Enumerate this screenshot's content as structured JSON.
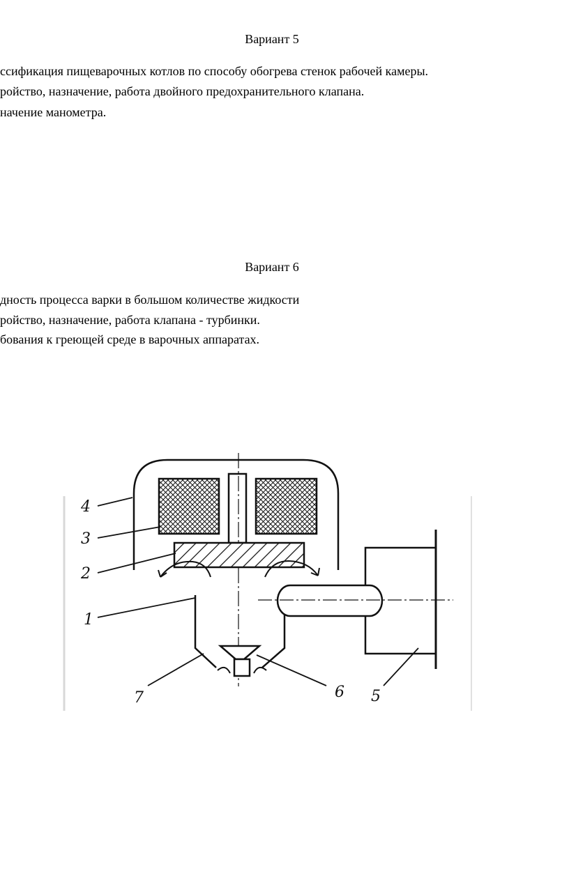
{
  "variant5": {
    "title": "Вариант 5",
    "questions": [
      "ссификация пищеварочных котлов по способу обогрева стенок рабочей камеры.",
      "ройство, назначение, работа двойного предохранительного клапана.",
      "начение  манометра."
    ]
  },
  "variant6": {
    "title": "Вариант 6",
    "questions": [
      "дность процесса варки в большом количестве жидкости",
      "ройство, назначение, работа клапана - турбинки.",
      "бования к греющей среде в варочных аппаратах."
    ]
  },
  "diagram": {
    "labels": [
      "1",
      "2",
      "3",
      "4",
      "5",
      "6",
      "7"
    ]
  }
}
